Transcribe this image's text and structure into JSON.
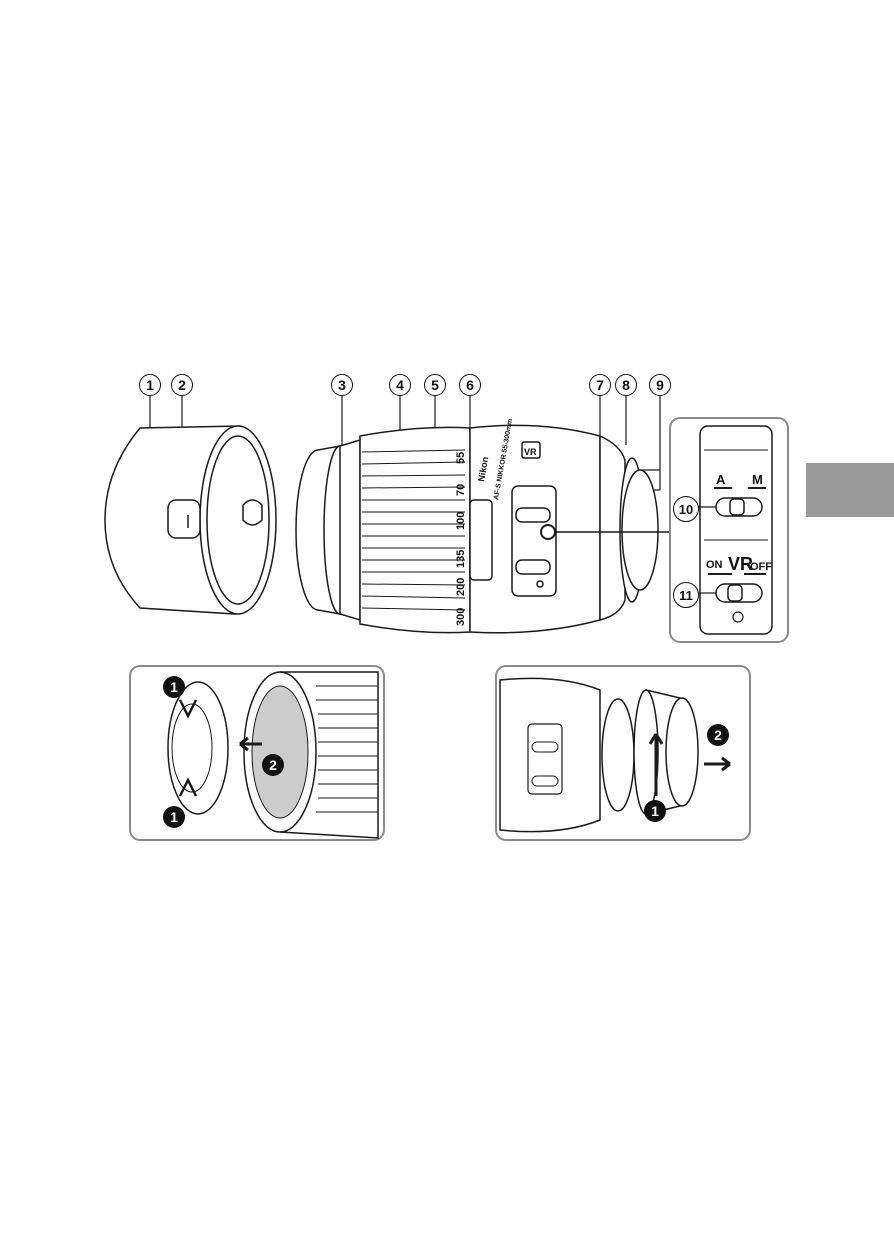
{
  "callouts": {
    "c1": "1",
    "c2": "2",
    "c3": "3",
    "c4": "4",
    "c5": "5",
    "c6": "6",
    "c7": "7",
    "c8": "8",
    "c9": "9",
    "c10": "10",
    "c11": "11"
  },
  "switch_panel": {
    "a_label": "A",
    "m_label": "M",
    "vr_label": "VR",
    "on_label": "ON",
    "off_label": "OFF"
  },
  "lens_markings": {
    "brand": "Nikon",
    "focal_scale": [
      "55",
      "70",
      "100",
      "135",
      "200",
      "300"
    ],
    "model": "AF-S NIKKOR 55-300mm",
    "vr_badge": "VR"
  },
  "steps": {
    "front_cap": [
      "1",
      "2",
      "1"
    ],
    "rear_cap": [
      "2",
      "1"
    ]
  },
  "colors": {
    "line": "#1a1a1a",
    "tab": "#9a9a9a",
    "panel_border": "#8a8a8a"
  }
}
